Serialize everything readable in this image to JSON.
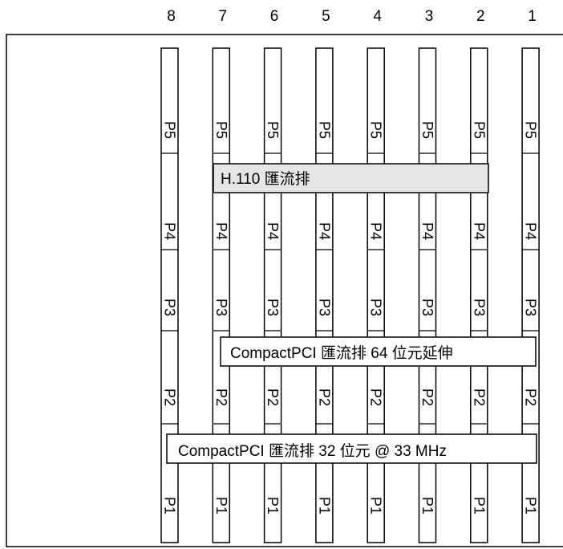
{
  "slots": [
    "8",
    "7",
    "6",
    "5",
    "4",
    "3",
    "2",
    "1"
  ],
  "connectors": [
    "P5",
    "P4",
    "P3",
    "P2",
    "P1"
  ],
  "buses": {
    "h110": {
      "label": "H.110 匯流排",
      "fill": "#e6e6e6"
    },
    "cpci64": {
      "label": "CompactPCI 匯流排 64 位元延伸",
      "fill": "#ffffff"
    },
    "cpci32": {
      "label": "CompactPCI 匯流排 32 位元 @ 33 MHz",
      "fill": "#ffffff"
    }
  }
}
